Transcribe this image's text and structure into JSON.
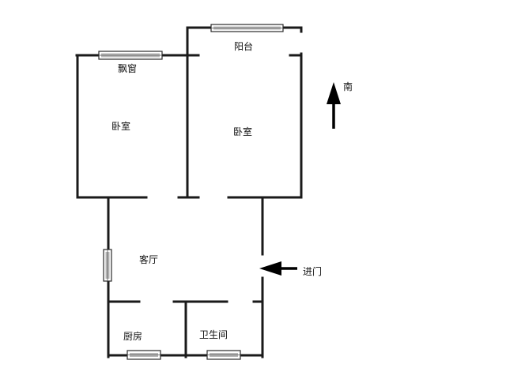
{
  "labels": {
    "balcony": "阳台",
    "bay_window": "飘窗",
    "bedroom_left": "卧室",
    "bedroom_right": "卧室",
    "living_room": "客厅",
    "kitchen": "厨房",
    "bathroom": "卫生间",
    "entrance": "进门",
    "south": "南"
  },
  "colors": {
    "wall": "#1a1a1a",
    "window_glass": "#b8b8b8",
    "arrow": "#000000"
  },
  "icons": {
    "north_arrow": "up-arrow-icon",
    "entrance_arrow": "left-arrow-icon"
  }
}
